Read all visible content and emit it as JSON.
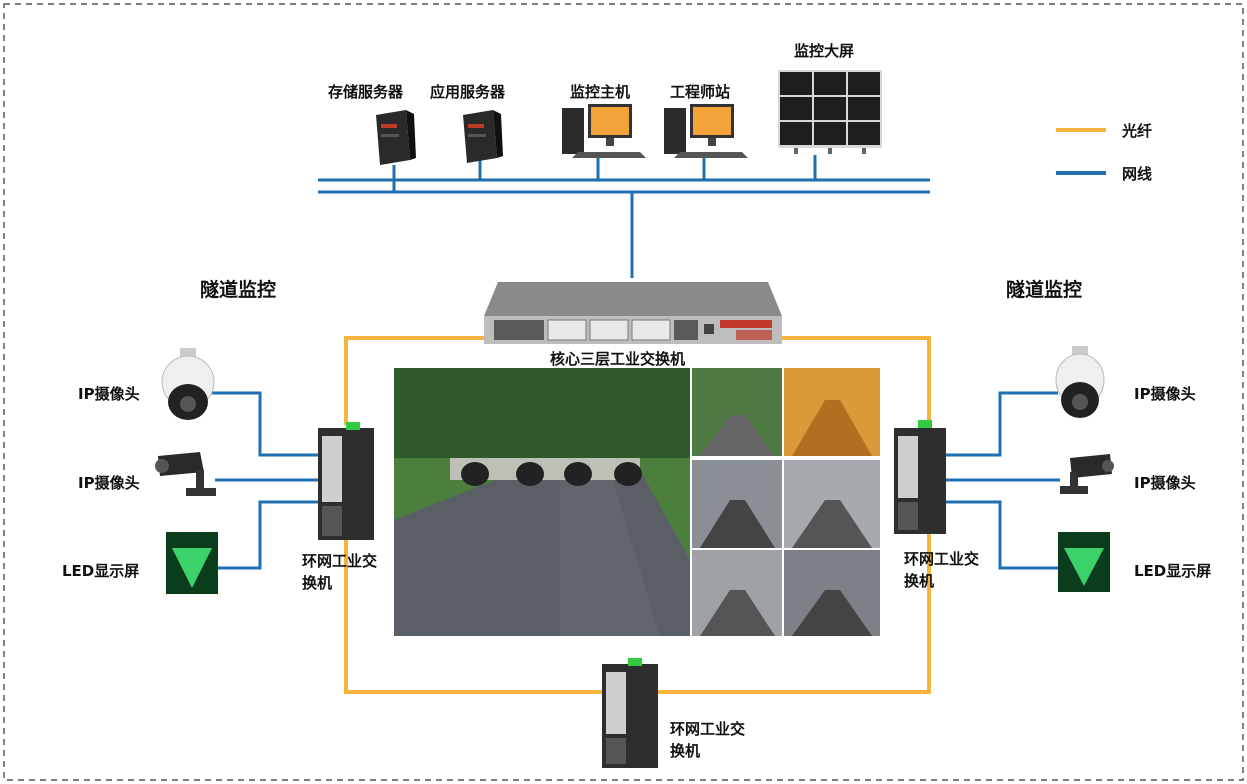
{
  "colors": {
    "fiber": "#f6b53a",
    "cable": "#1f6fb2"
  },
  "legend": {
    "fiber": "光纤",
    "cable": "网线"
  },
  "top": {
    "storage_server": "存储服务器",
    "app_server": "应用服务器",
    "monitor_host": "监控主机",
    "engineer_station": "工程师站",
    "video_wall": "监控大屏"
  },
  "core_switch": "核心三层工业交换机",
  "sections": {
    "left_title": "隧道监控",
    "right_title": "隧道监控"
  },
  "devices": {
    "ip_camera_dome": "IP摄像头",
    "ip_camera_bullet": "IP摄像头",
    "led_screen": "LED显示屏",
    "ring_switch_line1": "环网工业交",
    "ring_switch_line2": "换机"
  }
}
